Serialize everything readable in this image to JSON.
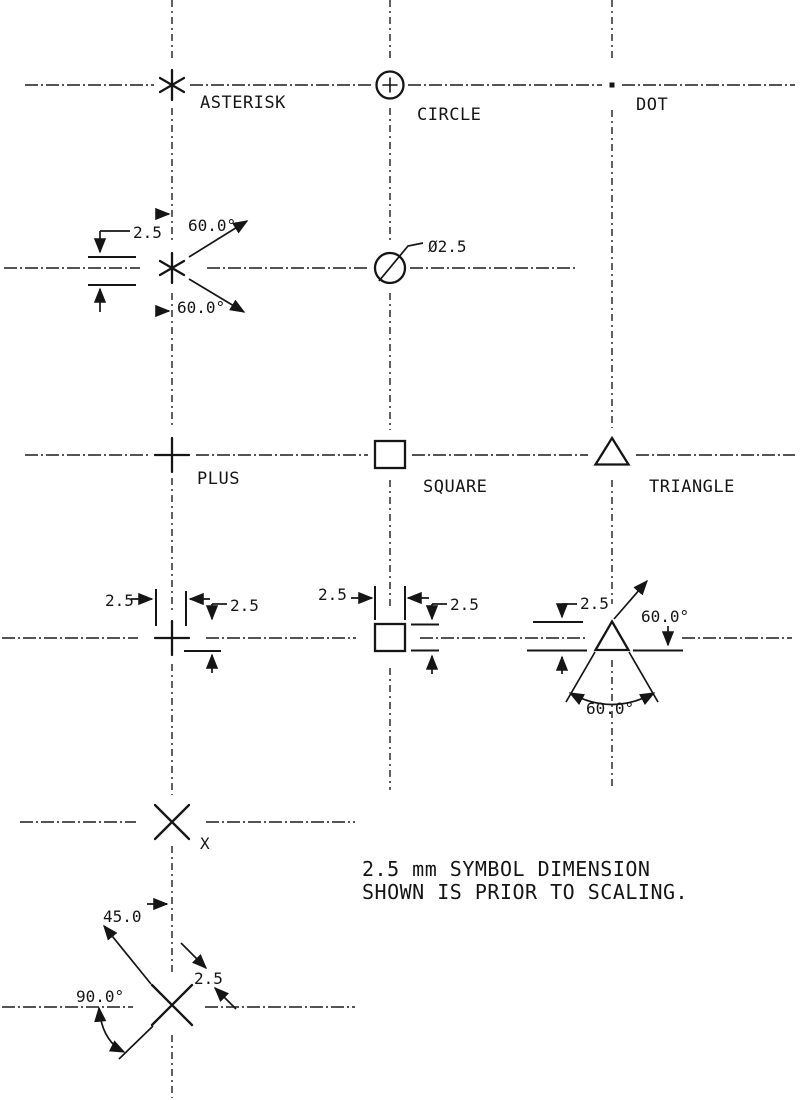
{
  "drawing": {
    "title_semantic": "plot symbol dimension specification",
    "background_color": "#ffffff",
    "ink_color": "#151515",
    "symbols": {
      "asterisk": {
        "label": "ASTERISK"
      },
      "circle": {
        "label": "CIRCLE"
      },
      "dot": {
        "label": "DOT"
      },
      "plus": {
        "label": "PLUS"
      },
      "square": {
        "label": "SQUARE"
      },
      "triangle": {
        "label": "TRIANGLE"
      },
      "x": {
        "label": "X"
      }
    },
    "dims": {
      "asterisk_linear": "2.5",
      "asterisk_angle_top": "60.0°",
      "asterisk_angle_bottom": "60.0°",
      "circle_diameter": "Ø2.5",
      "plus_width": "2.5",
      "plus_height": "2.5",
      "square_width": "2.5",
      "square_height": "2.5",
      "triangle_linear": "2.5",
      "triangle_angle_top": "60.0°",
      "triangle_angle_bottom": "60.0°",
      "x_angle_45": "45.0",
      "x_angle_90": "90.0°",
      "x_linear": "2.5"
    },
    "note": {
      "line1": "2.5 mm SYMBOL DIMENSION",
      "line2": "SHOWN IS PRIOR TO SCALING."
    }
  }
}
